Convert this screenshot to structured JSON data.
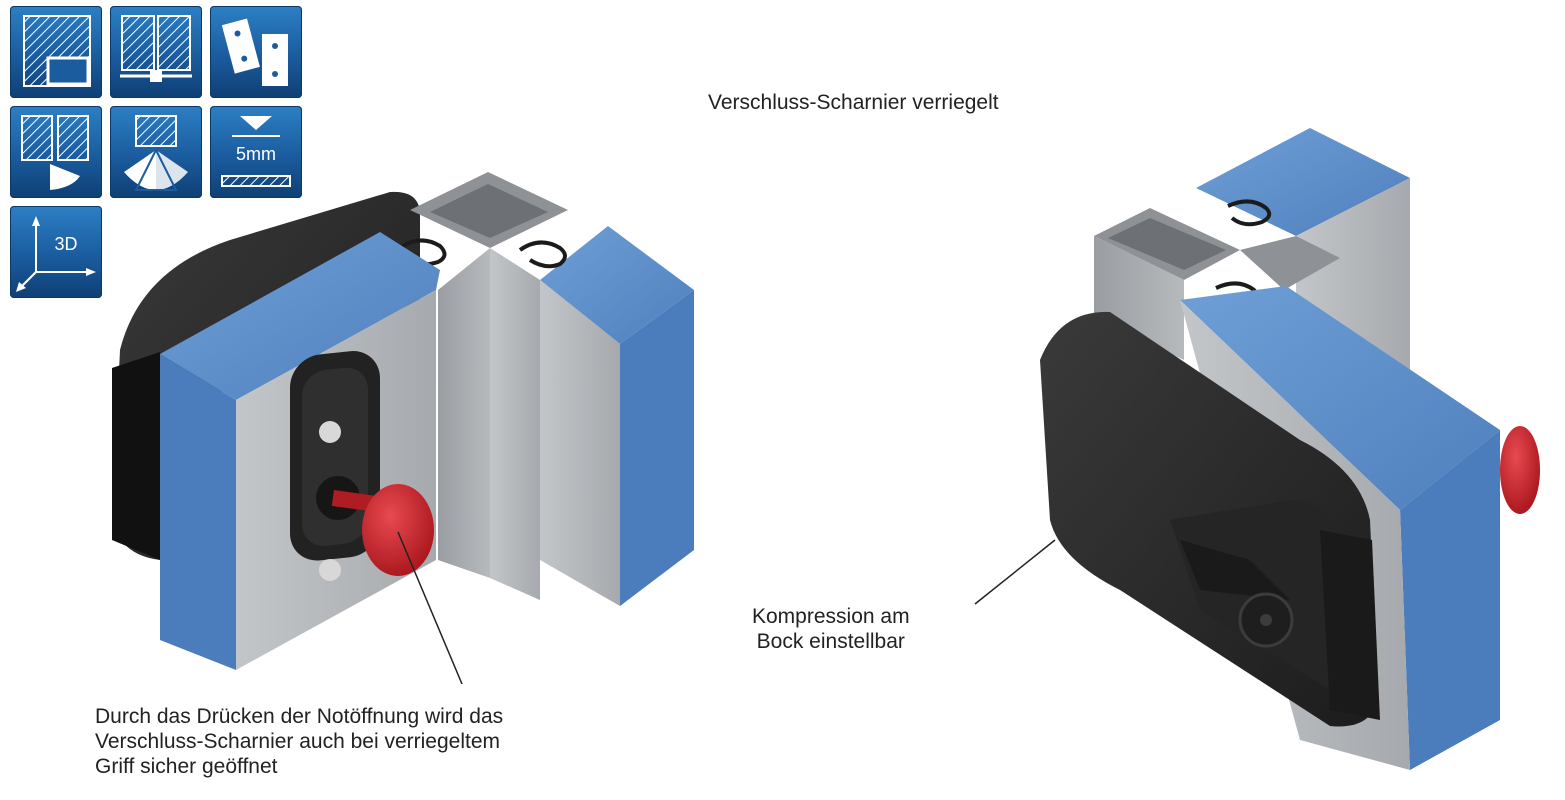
{
  "feature_icons": [
    {
      "icon": "panel-with-window-icon"
    },
    {
      "icon": "double-panel-hinge-icon"
    },
    {
      "icon": "hinge-plates-icon"
    },
    {
      "icon": "door-swing-icon"
    },
    {
      "icon": "bidirectional-swing-icon"
    },
    {
      "icon": "panel-thickness-icon",
      "label": "5mm"
    },
    {
      "icon": "3d-adjustment-icon",
      "label": "3D"
    }
  ],
  "title": "Verschluss-Scharnier verriegelt",
  "annotation_left": [
    "Durch das Drücken der Notöffnung wird das",
    "Verschluss-Scharnier auch bei verriegeltem",
    "Griff sicher geöffnet"
  ],
  "annotation_right": [
    "Kompression am",
    "Bock einstellbar"
  ],
  "colors": {
    "tile_blue": "#1a5c9e",
    "panel_blue": "#5d8fcb",
    "aluminium": "#b4b7ba",
    "housing": "#2a2a2a",
    "button_red": "#c8232c"
  }
}
